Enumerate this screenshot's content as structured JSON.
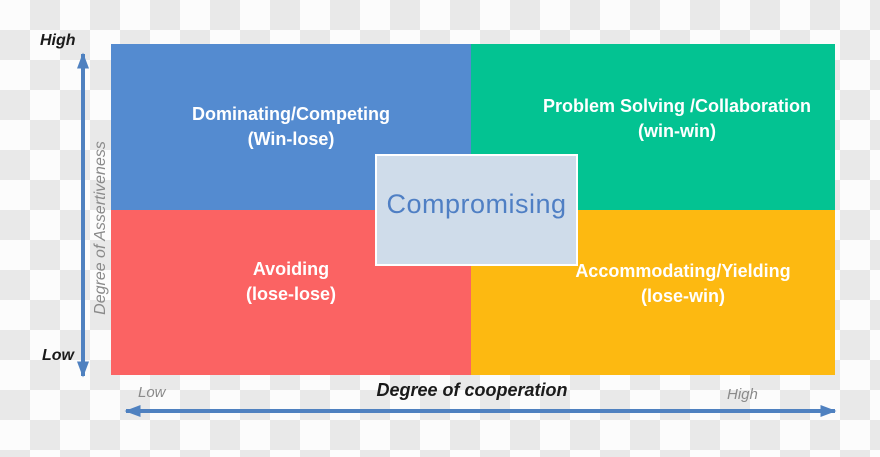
{
  "colors": {
    "center_box_bg": "#cfdcea",
    "center_box_border": "#ffffff",
    "center_text": "#4f7fc4",
    "axis_arrow": "#4f81c0",
    "axis_title_gray": "#8a8a8a",
    "axis_label_black": "#1b1b1b"
  },
  "y_axis": {
    "high_label": "High",
    "low_label": "Low",
    "title": "Degree of Assertiveness"
  },
  "x_axis": {
    "low_label": "Low",
    "high_label": "High",
    "title": "Degree of cooperation"
  },
  "quadrants": {
    "top_left": {
      "line1": "Dominating/Competing",
      "line2": "(Win-lose)",
      "color": "#548bd0"
    },
    "top_right": {
      "line1": "Problem Solving /Collaboration",
      "line2": "(win-win)",
      "color": "#03c392"
    },
    "bottom_left": {
      "line1": "Avoiding",
      "line2": "(lose-lose)",
      "color": "#fb6363"
    },
    "bottom_right": {
      "line1": "Accommodating/Yielding",
      "line2": "(lose-win)",
      "color": "#fdb911"
    }
  },
  "center_box": {
    "label": "Compromising"
  }
}
